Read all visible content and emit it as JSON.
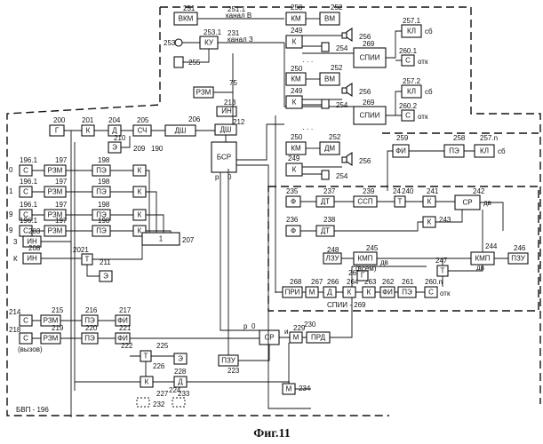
{
  "figure_caption": "Фиг.11",
  "block_labels": {
    "g": "Г",
    "k": "К",
    "d": "Д",
    "sch": "СЧ",
    "dsh": "ДШ",
    "e": "Э",
    "s": "С",
    "rzm": "РЗМ",
    "pe": "ПЭ",
    "in": "ИН",
    "bsr": "БСР",
    "vkm": "ВКМ",
    "km": "КМ",
    "vm": "ВМ",
    "ku": "КУ",
    "kl": "КЛ",
    "spii": "СПИИ",
    "dm": "ДМ",
    "fi": "ФИ",
    "f": "Ф",
    "dt": "ДТ",
    "ssp": "ССП",
    "t": "Т",
    "sr": "СР",
    "lzu": "ЛЗУ",
    "kmp": "КМП",
    "pzu": "ПЗУ",
    "pri": "ПРИ",
    "m": "М",
    "prd": "ПРД",
    "one": "1"
  },
  "numbers": {
    "n251": "251",
    "n251_1": "251.1",
    "n252": "252",
    "n250": "250",
    "n253": "253",
    "n253_1": "253.1",
    "n249": "249",
    "n256": "256",
    "n257_1": "257.1",
    "n257_2": "257.2",
    "n257_n": "257.n",
    "n260_1": "260.1",
    "n260_2": "260.2",
    "n260_n": "260.n",
    "n255": "255",
    "n231": "231",
    "n254": "254",
    "n269": "269",
    "n75": "75",
    "n213": "213",
    "n212": "212",
    "n200": "200",
    "n201": "201",
    "n204": "204",
    "n205": "205",
    "n206": "206",
    "n210": "210",
    "n209": "209",
    "n196_1": "196.1",
    "n197": "197",
    "n198": "198",
    "n190": "190",
    "n207": "207",
    "n202": "202",
    "n211": "211",
    "n203": "203",
    "n208": "208",
    "n214": "214",
    "n215": "215",
    "n216": "216",
    "n217": "217",
    "n218": "218",
    "n219": "219",
    "n220": "220",
    "n221": "221",
    "n222": "222",
    "n223": "223",
    "n224": "224",
    "n225": "225",
    "n226": "226",
    "n227": "227",
    "n228": "228",
    "n229": "229",
    "n230": "230",
    "n232": "232",
    "n233": "233",
    "n234": "234",
    "n235": "235",
    "n236": "236",
    "n237": "237",
    "n238": "238",
    "n239": "239",
    "n240": "240",
    "n241": "241",
    "n242": "242",
    "n243": "243",
    "n244": "244",
    "n245": "245",
    "n246": "246",
    "n247": "247",
    "n248": "248",
    "n258": "258",
    "n259": "259",
    "n261": "261",
    "n262": "262",
    "n263": "263",
    "n264": "264",
    "n265": "265",
    "n266": "266",
    "n267": "267",
    "n268": "268",
    "n2021": "2021",
    "n24": "24"
  },
  "side_labels": {
    "row0": "0",
    "row1": "1",
    "row9": "9",
    "row3": "3",
    "rowK": "К"
  },
  "annotations": {
    "kanal_v": "канал В",
    "kanal_z": "канал З",
    "sb": "сб",
    "otk": "отк",
    "dots": "· · ·",
    "vsem": "(всем)",
    "vyzov": "(вызов)",
    "dv": "дв",
    "r": "р",
    "zero": "0",
    "u": "и",
    "kl_sb": "кл сб",
    "spii_269": "СПИИ - 269",
    "bvp_196": "БВП - 196"
  }
}
